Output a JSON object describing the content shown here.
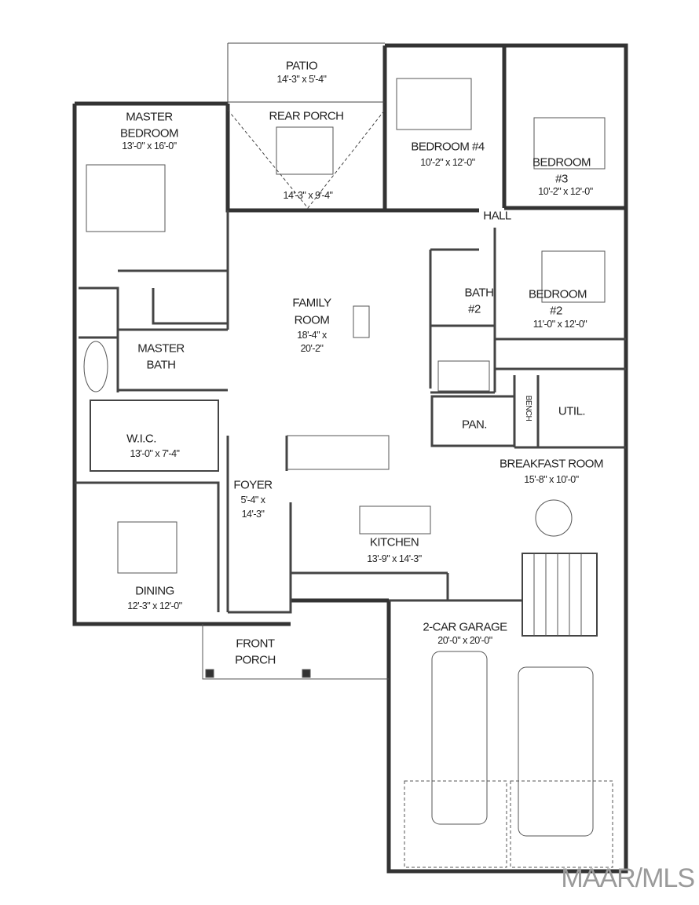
{
  "rooms": {
    "patio": {
      "name": "PATIO",
      "size": "14'-3\" x 5'-4\""
    },
    "rear_porch": {
      "name": "REAR PORCH",
      "size": "14'-3\" x 9'-4\""
    },
    "master_bedroom": {
      "name1": "MASTER",
      "name2": "BEDROOM",
      "size": "13'-0\" x 16'-0\""
    },
    "bedroom4": {
      "name": "BEDROOM #4",
      "size": "10'-2\" x 12'-0\""
    },
    "bedroom3": {
      "name1": "BEDROOM",
      "name2": "#3",
      "size": "10'-2\" x 12'-0\""
    },
    "hall": {
      "name": "HALL"
    },
    "family_room": {
      "name1": "FAMILY",
      "name2": "ROOM",
      "size1": "18'-4\" x",
      "size2": "20'-2\""
    },
    "bath2": {
      "name1": "BATH",
      "name2": "#2"
    },
    "bedroom2": {
      "name1": "BEDROOM",
      "name2": "#2",
      "size": "11'-0\" x 12'-0\""
    },
    "master_bath": {
      "name1": "MASTER",
      "name2": "BATH"
    },
    "wic": {
      "name": "W.I.C.",
      "size": "13'-0\" x 7'-4\""
    },
    "pantry": {
      "name": "PAN."
    },
    "bench": {
      "name": "BENCH"
    },
    "utility": {
      "name": "UTIL."
    },
    "breakfast_room": {
      "name": "BREAKFAST ROOM",
      "size": "15'-8\" x 10'-0\""
    },
    "foyer": {
      "name": "FOYER",
      "size1": "5'-4\" x",
      "size2": "14'-3\""
    },
    "kitchen": {
      "name": "KITCHEN",
      "size": "13'-9\" x 14'-3\""
    },
    "dining": {
      "name": "DINING",
      "size": "12'-3\" x 12'-0\""
    },
    "garage": {
      "name": "2-CAR GARAGE",
      "size": "20'-0\" x 20'-0\""
    },
    "front_porch": {
      "name1": "FRONT",
      "name2": "PORCH"
    }
  },
  "watermark": "MAAR/MLS"
}
